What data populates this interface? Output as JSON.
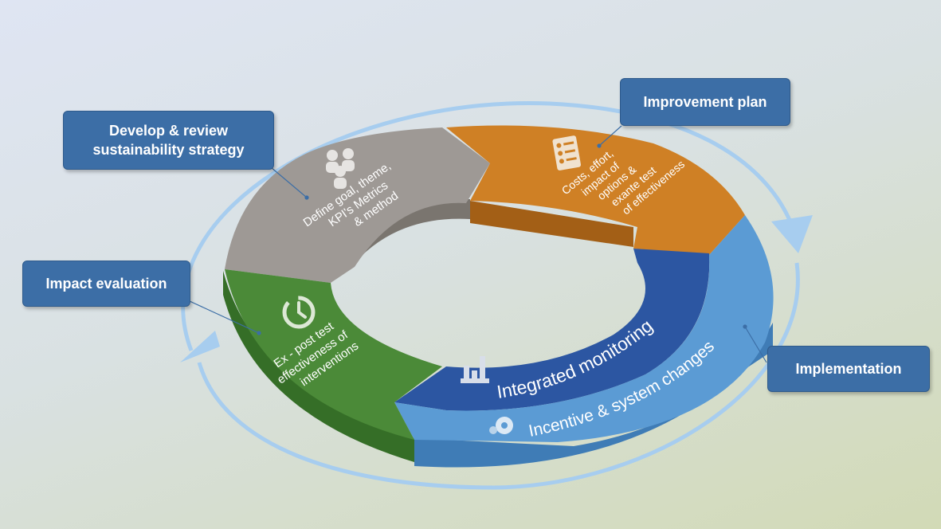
{
  "colors": {
    "strategy": "#9e9995",
    "improvement": "#cf8025",
    "monitoring": "#2c56a2",
    "implementation": "#5b9bd4",
    "evaluation": "#4b8a38",
    "label_box": "#3c6ea6",
    "cycle_arrow": "#a7cdef"
  },
  "callouts": {
    "strategy": {
      "line1": "Develop & review",
      "line2": "sustainability strategy"
    },
    "improvement": {
      "text": "Improvement plan"
    },
    "evaluation": {
      "text": "Impact evaluation"
    },
    "implementation": {
      "text": "Implementation"
    }
  },
  "segments": {
    "strategy": {
      "icon": "people-icon",
      "lines": [
        "Define goal, theme,",
        "KPI's Metrics",
        "& method"
      ]
    },
    "improvement": {
      "icon": "checklist-icon",
      "lines": [
        "Costs, effort,",
        "impact of",
        "options &",
        "exante test",
        "of effectiveness"
      ]
    },
    "monitoring": {
      "icon": "bar-chart-icon",
      "text": "Integrated monitoring"
    },
    "implementation": {
      "icon": "gears-icon",
      "text": "Incentive & system changes"
    },
    "evaluation": {
      "icon": "stopwatch-icon",
      "lines": [
        "Ex - post test",
        "effectiveness of",
        "interventions"
      ]
    }
  }
}
